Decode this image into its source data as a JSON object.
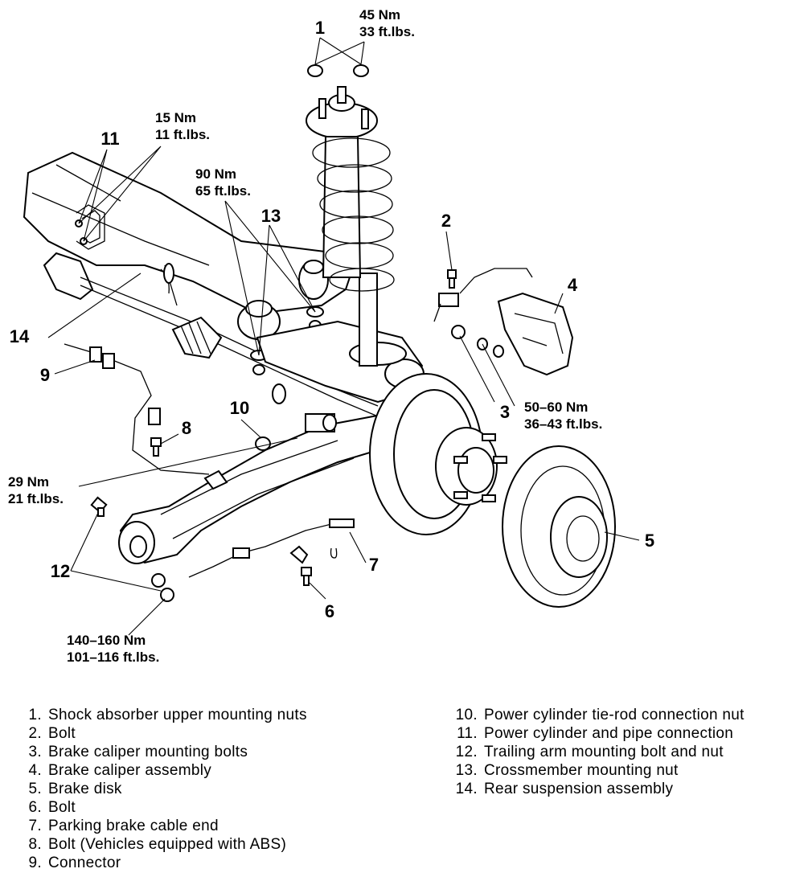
{
  "callouts": {
    "c1": "1",
    "c2": "2",
    "c3": "3",
    "c4": "4",
    "c5": "5",
    "c6": "6",
    "c7": "7",
    "c8": "8",
    "c9": "9",
    "c10": "10",
    "c11": "11",
    "c12": "12",
    "c13": "13",
    "c14": "14"
  },
  "torques": {
    "shock_nuts": [
      "45 Nm",
      "33 ft.lbs."
    ],
    "pipe_conn": [
      "15 Nm",
      "11 ft.lbs."
    ],
    "crossmember": [
      "90 Nm",
      "65 ft.lbs."
    ],
    "caliper_bolts": [
      "50–60 Nm",
      "36–43 ft.lbs."
    ],
    "tie_rod_nut": [
      "29 Nm",
      "21 ft.lbs."
    ],
    "trailing_arm": [
      "140–160 Nm",
      "101–116 ft.lbs."
    ]
  },
  "legend": {
    "left": [
      {
        "num": "1.",
        "text": "Shock absorber upper mounting nuts"
      },
      {
        "num": "2.",
        "text": "Bolt"
      },
      {
        "num": "3.",
        "text": "Brake caliper mounting bolts"
      },
      {
        "num": "4.",
        "text": "Brake caliper assembly"
      },
      {
        "num": "5.",
        "text": "Brake disk"
      },
      {
        "num": "6.",
        "text": "Bolt"
      },
      {
        "num": "7.",
        "text": "Parking brake cable end"
      },
      {
        "num": "8.",
        "text": "Bolt (Vehicles equipped with ABS)"
      },
      {
        "num": "9.",
        "text": "Connector"
      }
    ],
    "right": [
      {
        "num": "10.",
        "text": "Power cylinder tie-rod connection nut"
      },
      {
        "num": "11.",
        "text": "Power cylinder and pipe connection"
      },
      {
        "num": "12.",
        "text": "Trailing arm mounting bolt and nut"
      },
      {
        "num": "13.",
        "text": "Crossmember mounting nut"
      },
      {
        "num": "14.",
        "text": "Rear suspension assembly"
      }
    ]
  }
}
